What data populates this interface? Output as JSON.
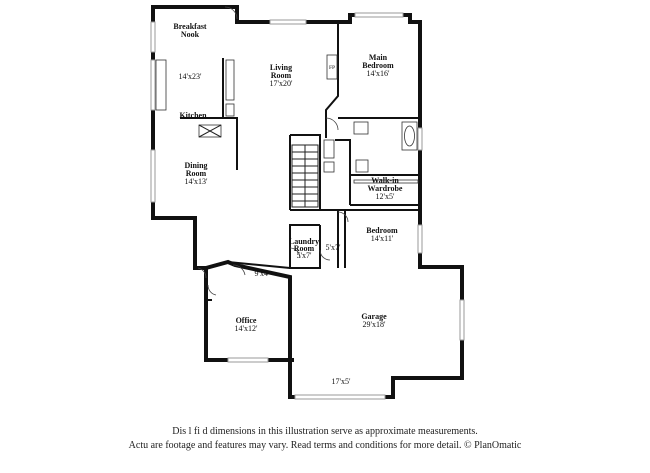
{
  "rooms": {
    "breakfast_nook": {
      "name_line1": "Breakfast",
      "name_line2": "Nook"
    },
    "kitchen": {
      "name": "Kitchen",
      "size": "14'x23'"
    },
    "living_room": {
      "name": "Living Room",
      "size": "17'x20'"
    },
    "main_bedroom": {
      "name": "Main Bedroom",
      "size": "14'x16'"
    },
    "dining_room": {
      "name": "Dining Room",
      "size": "14'x13'"
    },
    "walk_in_wardrobe": {
      "name_line1": "Walk-in",
      "name_line2": "Wardrobe",
      "size": "12'x5'"
    },
    "bedroom": {
      "name": "Bedroom",
      "size": "14'x11'"
    },
    "closet": {
      "size": "5'x7'"
    },
    "laundry_room": {
      "name_line1": "Laundry",
      "name_line2": "Room",
      "size": "5'x7'"
    },
    "hall": {
      "size": "9'x4'"
    },
    "office": {
      "name": "Office",
      "size": "14'x12'"
    },
    "garage": {
      "name": "Garage",
      "size": "29'x18'",
      "door_size": "17'x5'"
    }
  },
  "fireplace_label": "FP",
  "disclaimer": {
    "line1": "Dis                 l    fi                    d dimensions in this illustration serve as approximate measurements.",
    "line2": "Actu    are footage and features may vary. Read terms and conditions for more detail. © PlanOmatic"
  }
}
